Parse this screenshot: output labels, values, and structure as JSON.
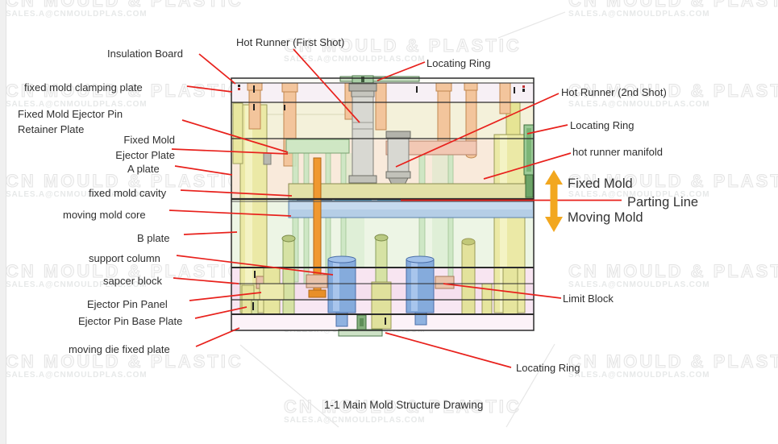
{
  "caption": "1-1 Main Mold Structure Drawing",
  "watermark": {
    "line1": "CN MOULD & PLASTIC",
    "line2": "SALES.A@CNMOULDPLAS.COM"
  },
  "colors": {
    "leader_red": "#e8211c",
    "arrow_orange": "#f2a71f",
    "a_plate_fill": "#f9eadb",
    "b_plate_fill": "#edf5e5",
    "cavity_fill": "#e3e1a8",
    "core_fill": "#b5cee6",
    "locating_ring_green": "#cde2c6"
  },
  "labels": {
    "insulation_board": "Insulation Board",
    "fixed_mold_clamping_plate": "fixed mold clamping plate",
    "fixed_mold_ejector_pin_retainer_plate": "Fixed Mold Ejector Pin\nRetainer Plate",
    "fixed_mold_ejector_plate": "Fixed Mold\nEjector Plate",
    "a_plate": "A plate",
    "fixed_mold_cavity": "fixed mold cavity",
    "moving_mold_core": "moving mold core",
    "b_plate": "B plate",
    "support_column": "support column",
    "spacer_block": "sapcer block",
    "ejector_pin_panel": "Ejector Pin Panel",
    "ejector_pin_base_plate": "Ejector Pin Base Plate",
    "moving_die_fixed_plate": "moving die fixed plate",
    "hot_runner_first_shot": "Hot Runner (First Shot)",
    "locating_ring_top": "Locating Ring",
    "hot_runner_2nd_shot": "Hot Runner (2nd Shot)",
    "locating_ring_right": "Locating Ring",
    "hot_runner_manifold": "hot runner manifold",
    "fixed_mold": "Fixed Mold",
    "parting_line": "Parting Line",
    "moving_mold": "Moving Mold",
    "limit_block": "Limit Block",
    "locating_ring_bottom": "Locating Ring"
  }
}
